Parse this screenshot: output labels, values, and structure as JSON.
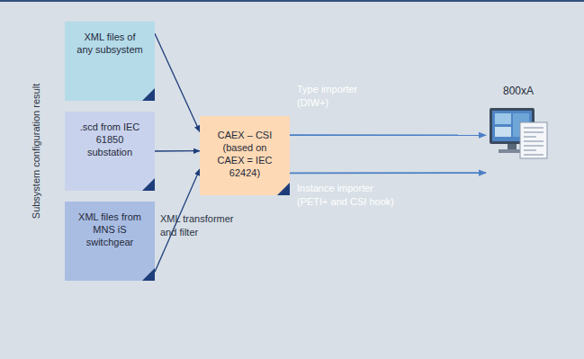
{
  "diagram": {
    "nodes": [
      {
        "text": [
          "XML files of any subsystem"
        ]
      },
      {
        "text": [
          ".scd from IEC 61850 substation"
        ]
      },
      {
        "text": [
          "XML files from MNS iS switchgear"
        ]
      },
      {
        "text": [
          "CAEX – CSI (based on CAEX = IEC 62424)"
        ]
      },
      {
        "text": [
          "800xA"
        ]
      }
    ],
    "edges": [
      {
        "from": 0,
        "to": 3,
        "arrow": "to"
      },
      {
        "from": 1,
        "to": 3,
        "arrow": "to",
        "label": "XML transformer and filter"
      },
      {
        "from": 2,
        "to": 3,
        "arrow": "to"
      },
      {
        "from": 3,
        "to": 4,
        "arrow": "to",
        "label": "Type importer (DIW+)"
      },
      {
        "from": 3,
        "to": 4,
        "arrow": "to",
        "label": "Instance importer (PETI+ and CSI hook)"
      }
    ],
    "labels": [
      "Subsystem configuration result"
    ]
  }
}
